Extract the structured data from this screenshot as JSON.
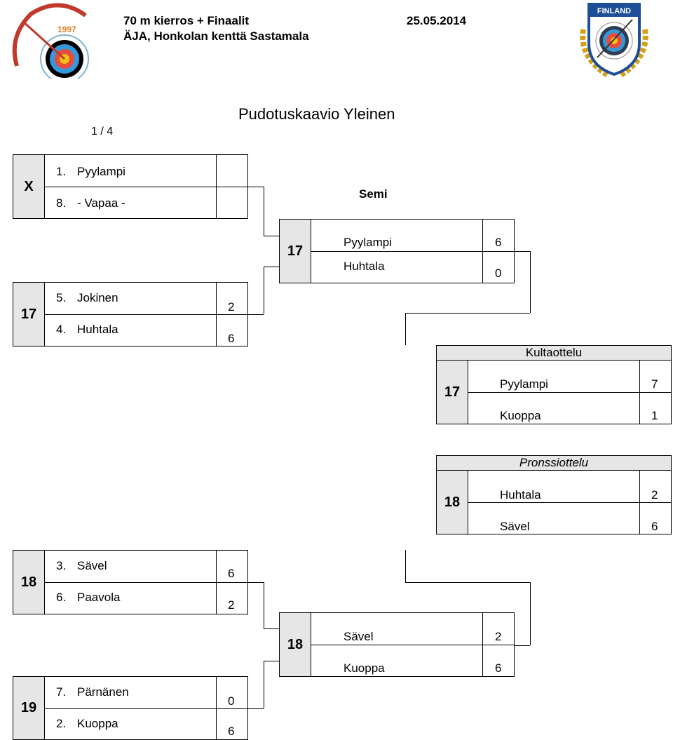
{
  "header": {
    "event": "70 m kierros + Finaalit",
    "date": "25.05.2014",
    "venue": "ÄJA, Honkolan kenttä Sastamala",
    "left_logo_year": "1997",
    "right_logo_text": "FINLAND"
  },
  "title": "Pudotuskaavio Yleinen",
  "round_label": "1 / 4",
  "semi_label": "Semi",
  "matches": {
    "q1": {
      "target": "X",
      "rank_a": "1.",
      "name_a": "Pyylampi",
      "score_a": "",
      "rank_b": "8.",
      "name_b": "- Vapaa -",
      "score_b": ""
    },
    "q2": {
      "target": "17",
      "rank_a": "5.",
      "name_a": "Jokinen",
      "score_a": "2",
      "rank_b": "4.",
      "name_b": "Huhtala",
      "score_b": "6"
    },
    "q3": {
      "target": "18",
      "rank_a": "3.",
      "name_a": "Sävel",
      "score_a": "6",
      "rank_b": "6.",
      "name_b": "Paavola",
      "score_b": "2"
    },
    "q4": {
      "target": "19",
      "rank_a": "7.",
      "name_a": "Pärnänen",
      "score_a": "0",
      "rank_b": "2.",
      "name_b": "Kuoppa",
      "score_b": "6"
    },
    "s1": {
      "target": "17",
      "name_a": "Pyylampi",
      "score_a": "6",
      "name_b": "Huhtala",
      "score_b": "0"
    },
    "s2": {
      "target": "18",
      "name_a": "Sävel",
      "score_a": "2",
      "name_b": "Kuoppa",
      "score_b": "6"
    },
    "gold": {
      "label": "Kultaottelu",
      "target": "17",
      "name_a": "Pyylampi",
      "score_a": "7",
      "name_b": "Kuoppa",
      "score_b": "1"
    },
    "bronze": {
      "label": "Pronssiottelu",
      "target": "18",
      "name_a": "Huhtala",
      "score_a": "2",
      "name_b": "Sävel",
      "score_b": "6"
    }
  },
  "colors": {
    "target_bg": "#e6e6e6",
    "border": "#000000"
  }
}
